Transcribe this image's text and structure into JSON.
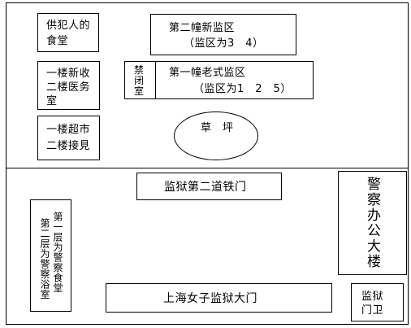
{
  "diagram": {
    "canteen": {
      "line1": "供犯人的",
      "line2": "食堂"
    },
    "building2": {
      "title": "第二幢新监区",
      "subtitle": "（监区为3　4）"
    },
    "reception": {
      "line1": "一楼新收",
      "line2": "二楼医务",
      "line3": "室"
    },
    "confinement": {
      "line1": "禁",
      "line2": "闭",
      "line3": "室"
    },
    "building1": {
      "title": "第一幢老式监区",
      "subtitle": "（监区为1　2　5）"
    },
    "supermarket": {
      "line1": "一楼超市",
      "line2": "二楼接見"
    },
    "lawn": {
      "label": "草　坪"
    },
    "second_gate": {
      "label": "监狱第二道铁门"
    },
    "police_office": {
      "label": "警察办公大楼"
    },
    "police_facilities": {
      "col1": "第一层为警察食堂",
      "col2": "第二层为警察浴室"
    },
    "main_gate": {
      "label": "上海女子监狱大门"
    },
    "guard": {
      "line1": "监狱",
      "line2": "门卫"
    }
  }
}
